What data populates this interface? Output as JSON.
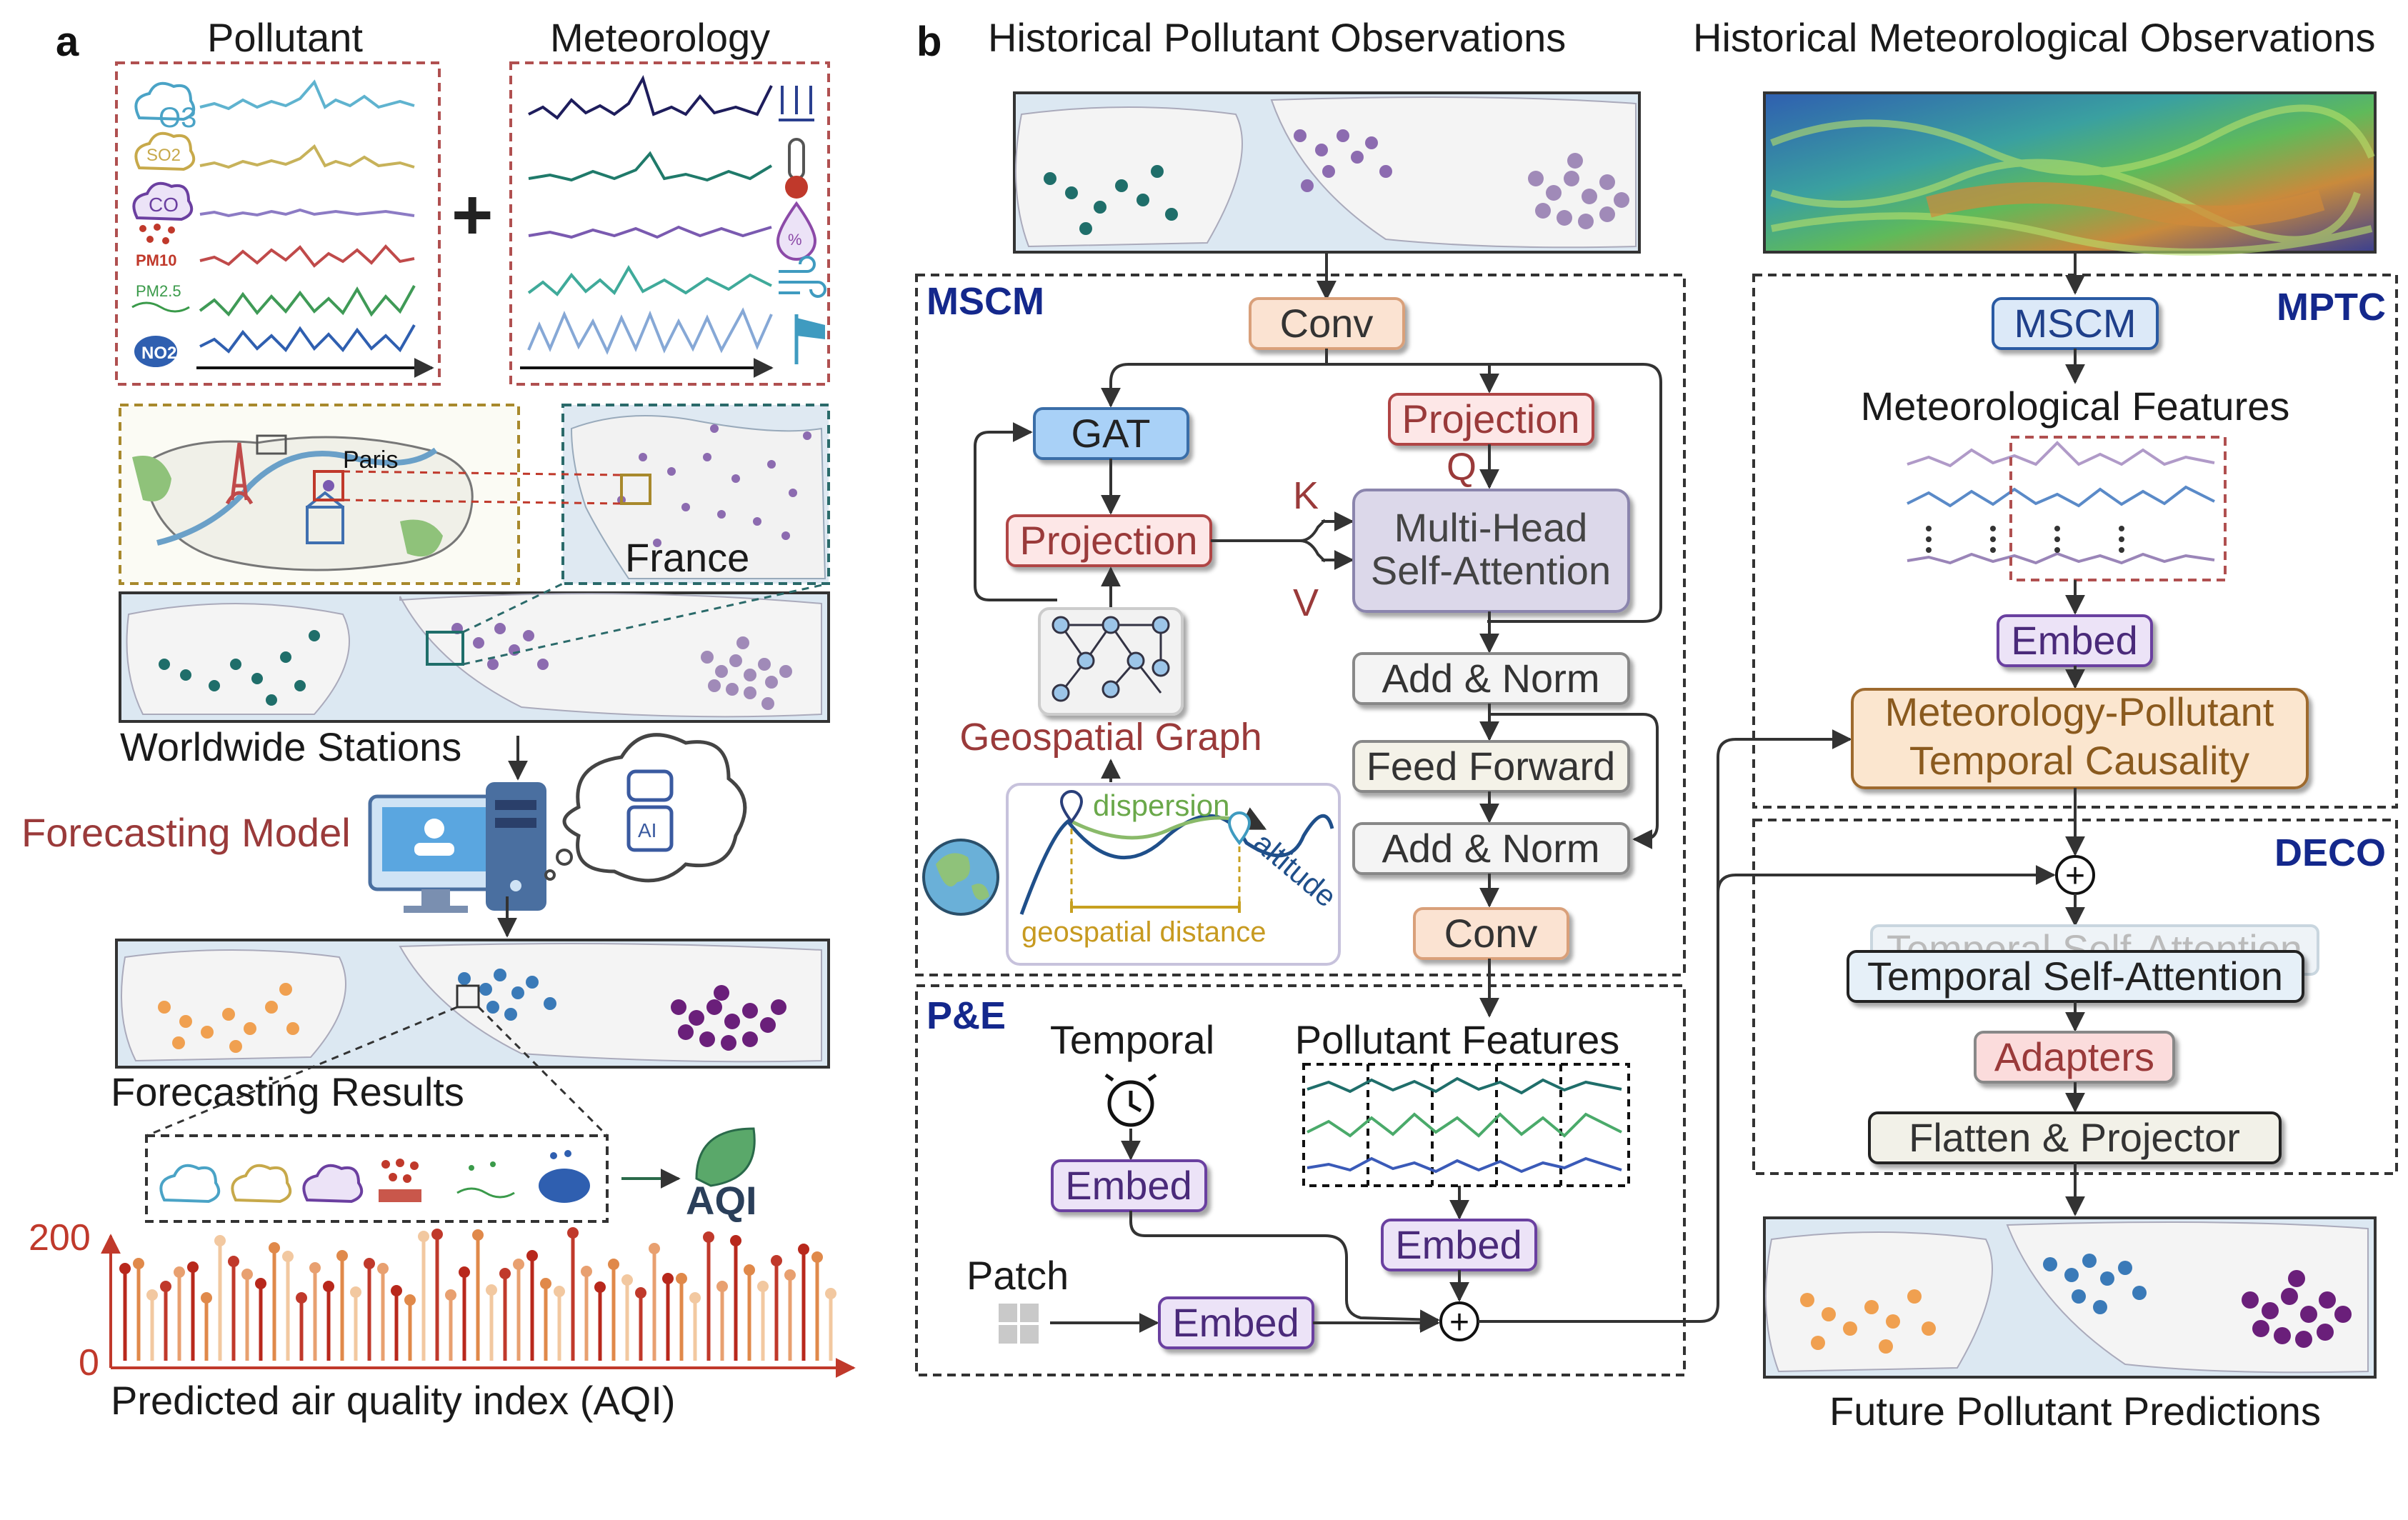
{
  "panel_a": {
    "label": "a",
    "pollutant_title": "Pollutant",
    "meteorology_title": "Meteorology",
    "pollutant_icons": [
      "O3",
      "SO2",
      "CO",
      "PM10",
      "PM2.5",
      "NO2"
    ],
    "paris_label": "Paris",
    "france_label": "France",
    "worldwide_label": "Worldwide Stations",
    "forecasting_model_label": "Forecasting Model",
    "ai_label": "AI",
    "forecasting_results_label": "Forecasting Results",
    "aqi_label": "AQI",
    "aqi_chart": {
      "y_max_label": "200",
      "y_min_label": "0",
      "xlabel": "Predicted air quality index (AQI)"
    }
  },
  "panel_b": {
    "label": "b",
    "hist_pollutant_title": "Historical Pollutant Observations",
    "hist_meteo_title": "Historical Meteorological Observations",
    "mscm": {
      "tag": "MSCM",
      "conv_top": "Conv",
      "gat": "GAT",
      "projection_left": "Projection",
      "projection_right": "Projection",
      "q_label": "Q",
      "k_label": "K",
      "v_label": "V",
      "mhsa_line1": "Multi-Head",
      "mhsa_line2": "Self-Attention",
      "add_norm_1": "Add & Norm",
      "feed_forward": "Feed Forward",
      "add_norm_2": "Add & Norm",
      "conv_bottom": "Conv",
      "geospatial_graph": "Geospatial Graph",
      "dispersion": "dispersion",
      "altitude": "altitude",
      "geospatial_distance": "geospatial distance"
    },
    "pe": {
      "tag": "P&E",
      "temporal": "Temporal",
      "pollutant_features": "Pollutant Features",
      "embed_temporal": "Embed",
      "embed_features": "Embed",
      "patch": "Patch",
      "embed_patch": "Embed",
      "plus": "+"
    },
    "mptc": {
      "tag": "MPTC",
      "mscm_box": "MSCM",
      "meteo_features": "Meteorological Features",
      "embed": "Embed",
      "causality_line1": "Meteorology-Pollutant",
      "causality_line2": "Temporal Causality"
    },
    "deco": {
      "tag": "DECO",
      "plus": "+",
      "tsa_shadow": "Temporal Self-Attention",
      "tsa": "Temporal Self-Attention",
      "adapters": "Adapters",
      "flatten": "Flatten & Projector"
    },
    "future_label": "Future Pollutant Predictions"
  },
  "colors": {
    "conv_fill": "#fbe3d2",
    "conv_stroke": "#d9a07a",
    "gat_fill": "#a9d1f7",
    "gat_stroke": "#3b6ea8",
    "projection_fill": "#fde7e7",
    "projection_stroke": "#b04545",
    "mhsa_fill": "#dcd8ea",
    "mhsa_stroke": "#8b85ad",
    "addnorm_fill": "#f4f4f4",
    "embed_fill": "#ece3f7",
    "embed_stroke": "#6b3fa0",
    "mscm_fill": "#dce9f8",
    "mscm_stroke": "#2b5aa3",
    "causality_fill": "#fbe6cf",
    "causality_stroke": "#9e6a2e",
    "tsa_fill": "#e6f0f8",
    "adapters_fill": "#fbdcdc",
    "flatten_fill": "#f2f1e8",
    "module_tag": "#14288c",
    "label_red": "#9a3a3a",
    "aqi_axis": "#c0392b"
  }
}
